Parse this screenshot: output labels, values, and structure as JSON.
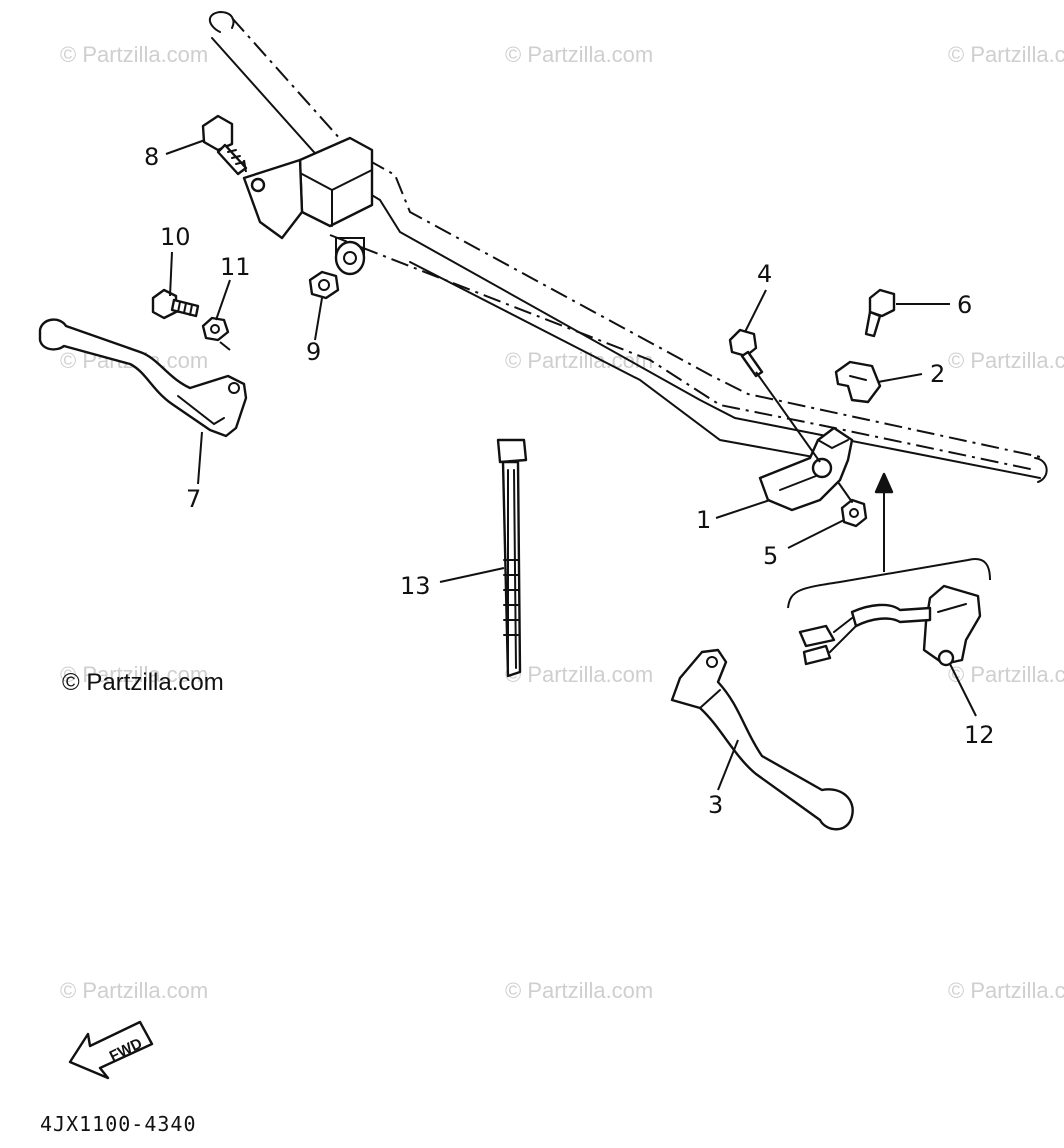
{
  "watermarks": [
    "© Partzilla.com",
    "© Partzilla.com",
    "© Partzilla.com",
    "© Partzilla.com",
    "© Partzilla.com",
    "© Partzilla.com",
    "© Partzilla.com",
    "© Partzilla.com",
    "© Partzilla.com",
    "© Partzilla.com",
    "© Partzilla.com",
    "© Partzilla.com"
  ],
  "copyright": "© Partzilla.com",
  "diagram_code": "4JX1100-4340",
  "fwd_label": "FWD",
  "callouts": {
    "p1": "1",
    "p2": "2",
    "p3": "3",
    "p4": "4",
    "p5": "5",
    "p6": "6",
    "p7": "7",
    "p8": "8",
    "p9": "9",
    "p10": "10",
    "p11": "11",
    "p12": "12",
    "p13": "13"
  }
}
